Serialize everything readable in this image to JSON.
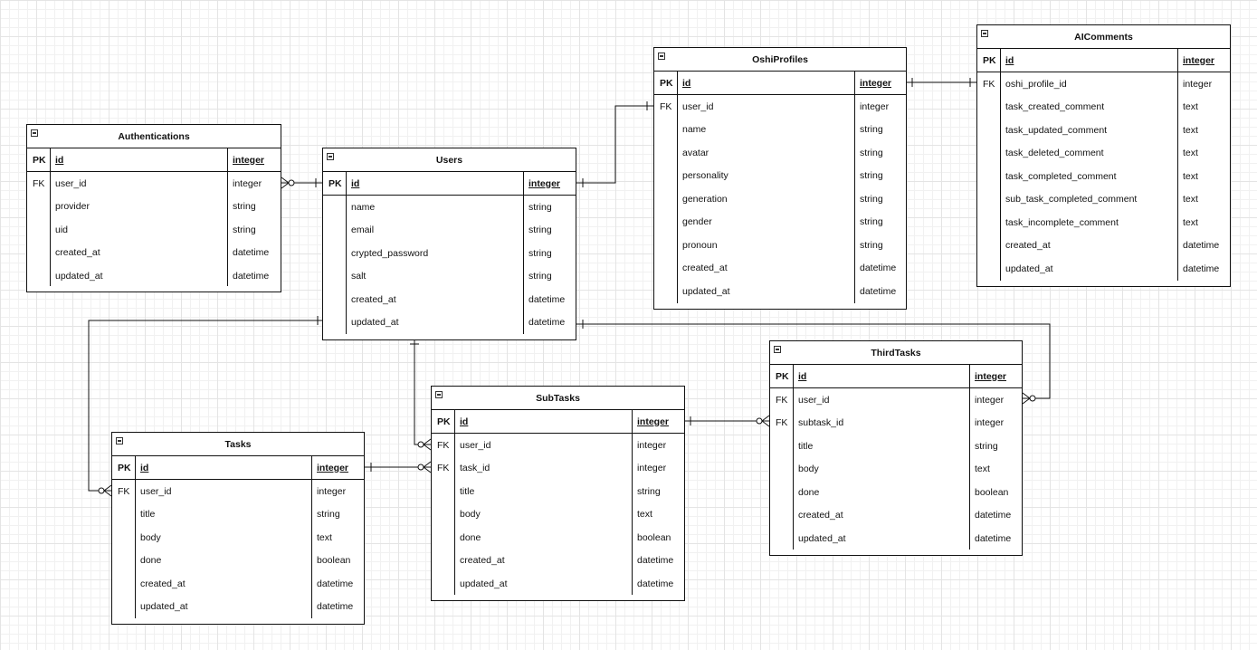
{
  "entities": {
    "authentications": {
      "title": "Authentications",
      "pk": {
        "key": "PK",
        "name": "id",
        "type": "integer"
      },
      "rows": [
        {
          "key": "FK",
          "name": "user_id",
          "type": "integer"
        },
        {
          "key": "",
          "name": "provider",
          "type": "string"
        },
        {
          "key": "",
          "name": "uid",
          "type": "string"
        },
        {
          "key": "",
          "name": "created_at",
          "type": "datetime"
        },
        {
          "key": "",
          "name": "updated_at",
          "type": "datetime"
        }
      ]
    },
    "users": {
      "title": "Users",
      "pk": {
        "key": "PK",
        "name": "id",
        "type": "integer"
      },
      "rows": [
        {
          "key": "",
          "name": "name",
          "type": "string"
        },
        {
          "key": "",
          "name": "email",
          "type": "string"
        },
        {
          "key": "",
          "name": "crypted_password",
          "type": "string"
        },
        {
          "key": "",
          "name": "salt",
          "type": "string"
        },
        {
          "key": "",
          "name": "created_at",
          "type": "datetime"
        },
        {
          "key": "",
          "name": "updated_at",
          "type": "datetime"
        }
      ]
    },
    "oshi_profiles": {
      "title": "OshiProfiles",
      "pk": {
        "key": "PK",
        "name": "id",
        "type": "integer"
      },
      "rows": [
        {
          "key": "FK",
          "name": "user_id",
          "type": "integer"
        },
        {
          "key": "",
          "name": "name",
          "type": "string"
        },
        {
          "key": "",
          "name": "avatar",
          "type": "string"
        },
        {
          "key": "",
          "name": "personality",
          "type": "string"
        },
        {
          "key": "",
          "name": "generation",
          "type": "string"
        },
        {
          "key": "",
          "name": "gender",
          "type": "string"
        },
        {
          "key": "",
          "name": "pronoun",
          "type": "string"
        },
        {
          "key": "",
          "name": "created_at",
          "type": "datetime"
        },
        {
          "key": "",
          "name": "updated_at",
          "type": "datetime"
        }
      ]
    },
    "ai_comments": {
      "title": "AIComments",
      "pk": {
        "key": "PK",
        "name": "id",
        "type": "integer"
      },
      "rows": [
        {
          "key": "FK",
          "name": "oshi_profile_id",
          "type": "integer"
        },
        {
          "key": "",
          "name": "task_created_comment",
          "type": "text"
        },
        {
          "key": "",
          "name": "task_updated_comment",
          "type": "text"
        },
        {
          "key": "",
          "name": "task_deleted_comment",
          "type": "text"
        },
        {
          "key": "",
          "name": "task_completed_comment",
          "type": "text"
        },
        {
          "key": "",
          "name": "sub_task_completed_comment",
          "type": "text"
        },
        {
          "key": "",
          "name": "task_incomplete_comment",
          "type": "text"
        },
        {
          "key": "",
          "name": "created_at",
          "type": "datetime"
        },
        {
          "key": "",
          "name": "updated_at",
          "type": "datetime"
        }
      ]
    },
    "tasks": {
      "title": "Tasks",
      "pk": {
        "key": "PK",
        "name": "id",
        "type": "integer"
      },
      "rows": [
        {
          "key": "FK",
          "name": "user_id",
          "type": "integer"
        },
        {
          "key": "",
          "name": "title",
          "type": "string"
        },
        {
          "key": "",
          "name": "body",
          "type": "text"
        },
        {
          "key": "",
          "name": "done",
          "type": "boolean"
        },
        {
          "key": "",
          "name": "created_at",
          "type": "datetime"
        },
        {
          "key": "",
          "name": "updated_at",
          "type": "datetime"
        }
      ]
    },
    "sub_tasks": {
      "title": "SubTasks",
      "pk": {
        "key": "PK",
        "name": "id",
        "type": "integer"
      },
      "rows": [
        {
          "key": "FK",
          "name": "user_id",
          "type": "integer"
        },
        {
          "key": "FK",
          "name": "task_id",
          "type": "integer"
        },
        {
          "key": "",
          "name": "title",
          "type": "string"
        },
        {
          "key": "",
          "name": "body",
          "type": "text"
        },
        {
          "key": "",
          "name": "done",
          "type": "boolean"
        },
        {
          "key": "",
          "name": "created_at",
          "type": "datetime"
        },
        {
          "key": "",
          "name": "updated_at",
          "type": "datetime"
        }
      ]
    },
    "third_tasks": {
      "title": "ThirdTasks",
      "pk": {
        "key": "PK",
        "name": "id",
        "type": "integer"
      },
      "rows": [
        {
          "key": "FK",
          "name": "user_id",
          "type": "integer"
        },
        {
          "key": "FK",
          "name": "subtask_id",
          "type": "integer"
        },
        {
          "key": "",
          "name": "title",
          "type": "string"
        },
        {
          "key": "",
          "name": "body",
          "type": "text"
        },
        {
          "key": "",
          "name": "done",
          "type": "boolean"
        },
        {
          "key": "",
          "name": "created_at",
          "type": "datetime"
        },
        {
          "key": "",
          "name": "updated_at",
          "type": "datetime"
        }
      ]
    }
  },
  "relationships": [
    {
      "from": "users",
      "to": "authentications",
      "cardinality": "one-to-zero-or-many"
    },
    {
      "from": "users",
      "to": "oshi_profiles",
      "cardinality": "one-to-one"
    },
    {
      "from": "oshi_profiles",
      "to": "ai_comments",
      "cardinality": "one-to-one"
    },
    {
      "from": "users",
      "to": "tasks",
      "cardinality": "one-to-zero-or-many"
    },
    {
      "from": "users",
      "to": "sub_tasks",
      "cardinality": "one-to-zero-or-many"
    },
    {
      "from": "users",
      "to": "third_tasks",
      "cardinality": "one-to-zero-or-many"
    },
    {
      "from": "tasks",
      "to": "sub_tasks",
      "cardinality": "one-to-zero-or-many"
    },
    {
      "from": "sub_tasks",
      "to": "third_tasks",
      "cardinality": "one-to-zero-or-many"
    }
  ]
}
